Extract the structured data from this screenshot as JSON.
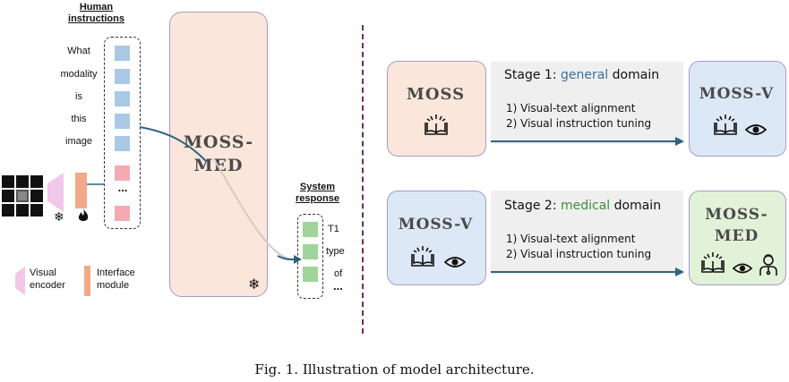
{
  "left": {
    "human_instructions_title": "Human\ninstructions",
    "words": [
      "What",
      "modality",
      "is",
      "this",
      "image"
    ],
    "ellipsis": "...",
    "system_response_title": "System\nresponse",
    "response_words": [
      "T1",
      "type",
      "of"
    ],
    "response_ellipsis": "...",
    "center_model": "MOSS-\nMED",
    "legend_visual_encoder": "Visual\nencoder",
    "legend_interface_module": "Interface\nmodule"
  },
  "right": {
    "stage1": {
      "prefix": "Stage 1: ",
      "domain_word": "general",
      "suffix": " domain",
      "domain_color": "#3b6e9e",
      "line1": "1) Visual-text alignment",
      "line2": "2) Visual instruction tuning"
    },
    "stage2": {
      "prefix": "Stage 2: ",
      "domain_word": "medical",
      "suffix": " domain",
      "domain_color": "#3f8f3a",
      "line1": "1) Visual-text alignment",
      "line2": "2) Visual instruction tuning"
    },
    "model_moss": "MOSS",
    "model_mossv_1": "MOSS-V",
    "model_mossv_2": "MOSS-V",
    "model_mossmed": "MOSS-\nMED"
  },
  "caption": "Fig. 1.  Illustration of model architecture.",
  "colors": {
    "peach_bg": "#fae6da",
    "blue_bg": "#dde8f6",
    "green_bg": "#e2f2d8",
    "box_border": "#a79bc8",
    "arrow": "#2e6480",
    "divider": "#6b2e5e",
    "encoder": "#f2c8ea",
    "interface": "#f2a987"
  },
  "icons": [
    "snowflake-icon",
    "flame-icon",
    "book-icon",
    "eye-icon",
    "doctor-icon"
  ]
}
